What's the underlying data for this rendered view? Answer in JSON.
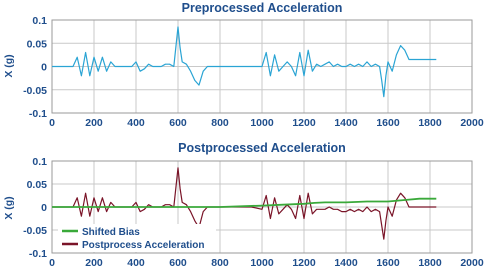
{
  "chart_data": [
    {
      "type": "line",
      "title": "Preprocessed Acceleration",
      "xlabel": "",
      "ylabel": "X (g)",
      "xlim": [
        0,
        2000
      ],
      "ylim": [
        -0.1,
        0.1
      ],
      "xticks": [
        "0",
        "200",
        "400",
        "600",
        "800",
        "1000",
        "1200",
        "1400",
        "1600",
        "1800",
        "2000"
      ],
      "yticks": [
        "0.1",
        "0.05",
        "0",
        "-0.05",
        "-0.1"
      ],
      "grid": true,
      "series": [
        {
          "color": "#2aa4d4",
          "x": [
            0,
            100,
            120,
            140,
            160,
            180,
            200,
            220,
            240,
            260,
            280,
            300,
            320,
            340,
            360,
            380,
            400,
            420,
            440,
            460,
            480,
            500,
            520,
            540,
            560,
            580,
            600,
            610,
            620,
            640,
            660,
            680,
            700,
            720,
            740,
            760,
            780,
            800,
            850,
            900,
            950,
            1000,
            1020,
            1040,
            1060,
            1080,
            1100,
            1120,
            1140,
            1160,
            1180,
            1200,
            1220,
            1240,
            1260,
            1280,
            1300,
            1320,
            1340,
            1360,
            1380,
            1400,
            1420,
            1440,
            1460,
            1480,
            1500,
            1520,
            1540,
            1560,
            1570,
            1580,
            1590,
            1600,
            1620,
            1640,
            1660,
            1680,
            1700,
            1720,
            1760,
            1800,
            1830
          ],
          "y": [
            0.0,
            0.0,
            0.02,
            -0.02,
            0.03,
            -0.02,
            0.02,
            -0.01,
            0.02,
            -0.01,
            0.01,
            0.0,
            0.0,
            0.0,
            0.0,
            0.0,
            0.01,
            -0.01,
            -0.005,
            0.005,
            0.0,
            0.0,
            0.0,
            0.005,
            0.005,
            0.0,
            0.085,
            0.04,
            0.01,
            0.005,
            -0.01,
            -0.03,
            -0.04,
            -0.01,
            0.0,
            0.0,
            0.0,
            0.0,
            0.0,
            0.0,
            0.0,
            0.0,
            0.03,
            -0.02,
            0.025,
            -0.01,
            0.0,
            0.01,
            0.0,
            -0.02,
            0.03,
            -0.02,
            0.035,
            -0.01,
            0.005,
            0.0,
            0.005,
            0.01,
            0.0,
            0.005,
            0.0,
            0.0,
            0.005,
            0.0,
            0.005,
            0.0,
            0.01,
            0.0,
            0.005,
            0.0,
            -0.03,
            -0.065,
            -0.02,
            0.01,
            -0.01,
            0.025,
            0.045,
            0.035,
            0.015,
            0.015,
            0.015,
            0.015,
            0.015
          ]
        }
      ]
    },
    {
      "type": "line",
      "title": "Postprocessed Acceleration",
      "xlabel": "",
      "ylabel": "X (g)",
      "xlim": [
        0,
        2000
      ],
      "ylim": [
        -0.1,
        0.1
      ],
      "xticks": [
        "0",
        "200",
        "400",
        "600",
        "800",
        "1000",
        "1200",
        "1400",
        "1600",
        "1800",
        "2000"
      ],
      "yticks": [
        "0.1",
        "0.05",
        "0",
        "-0.05",
        "-0.1"
      ],
      "grid": true,
      "legend": "bottom-left",
      "series": [
        {
          "name": "Shifted Bias",
          "color": "#3aa93a",
          "x": [
            0,
            200,
            400,
            600,
            800,
            1000,
            1100,
            1200,
            1250,
            1300,
            1350,
            1400,
            1500,
            1600,
            1700,
            1750,
            1800,
            1830
          ],
          "y": [
            0.0,
            0.0,
            0.0,
            0.0,
            0.0,
            0.003,
            0.005,
            0.007,
            0.009,
            0.01,
            0.01,
            0.01,
            0.012,
            0.012,
            0.016,
            0.018,
            0.018,
            0.018
          ]
        },
        {
          "name": "Postprocess Acceleration",
          "color": "#7a1428",
          "x": [
            0,
            100,
            120,
            140,
            160,
            180,
            200,
            220,
            240,
            260,
            280,
            300,
            320,
            340,
            360,
            380,
            400,
            420,
            440,
            460,
            480,
            500,
            520,
            540,
            560,
            580,
            600,
            610,
            620,
            640,
            660,
            680,
            700,
            720,
            740,
            760,
            780,
            800,
            850,
            900,
            950,
            1000,
            1020,
            1040,
            1060,
            1080,
            1100,
            1120,
            1140,
            1160,
            1180,
            1200,
            1220,
            1240,
            1260,
            1280,
            1300,
            1320,
            1340,
            1360,
            1380,
            1400,
            1420,
            1440,
            1460,
            1480,
            1500,
            1520,
            1540,
            1560,
            1570,
            1580,
            1590,
            1600,
            1620,
            1640,
            1660,
            1680,
            1700,
            1720,
            1760,
            1800,
            1830
          ],
          "y": [
            0.0,
            0.0,
            0.02,
            -0.02,
            0.03,
            -0.02,
            0.02,
            -0.01,
            0.02,
            -0.01,
            0.01,
            0.0,
            0.0,
            0.0,
            0.0,
            0.0,
            0.01,
            -0.01,
            -0.005,
            0.005,
            0.0,
            0.0,
            0.0,
            0.005,
            0.005,
            0.0,
            0.085,
            0.04,
            0.01,
            0.005,
            -0.01,
            -0.03,
            -0.045,
            -0.01,
            0.0,
            0.0,
            0.0,
            0.0,
            0.0,
            0.0,
            0.0,
            -0.005,
            0.025,
            -0.025,
            0.02,
            -0.015,
            -0.005,
            0.005,
            -0.005,
            -0.025,
            0.025,
            -0.025,
            0.03,
            -0.015,
            -0.005,
            -0.005,
            -0.005,
            0.0,
            -0.005,
            -0.005,
            -0.01,
            -0.01,
            -0.005,
            -0.01,
            -0.005,
            -0.01,
            0.0,
            -0.01,
            -0.005,
            -0.01,
            -0.04,
            -0.07,
            -0.03,
            0.0,
            -0.02,
            0.015,
            0.03,
            0.02,
            0.0,
            0.0,
            0.0,
            0.0,
            0.0
          ]
        }
      ]
    }
  ]
}
